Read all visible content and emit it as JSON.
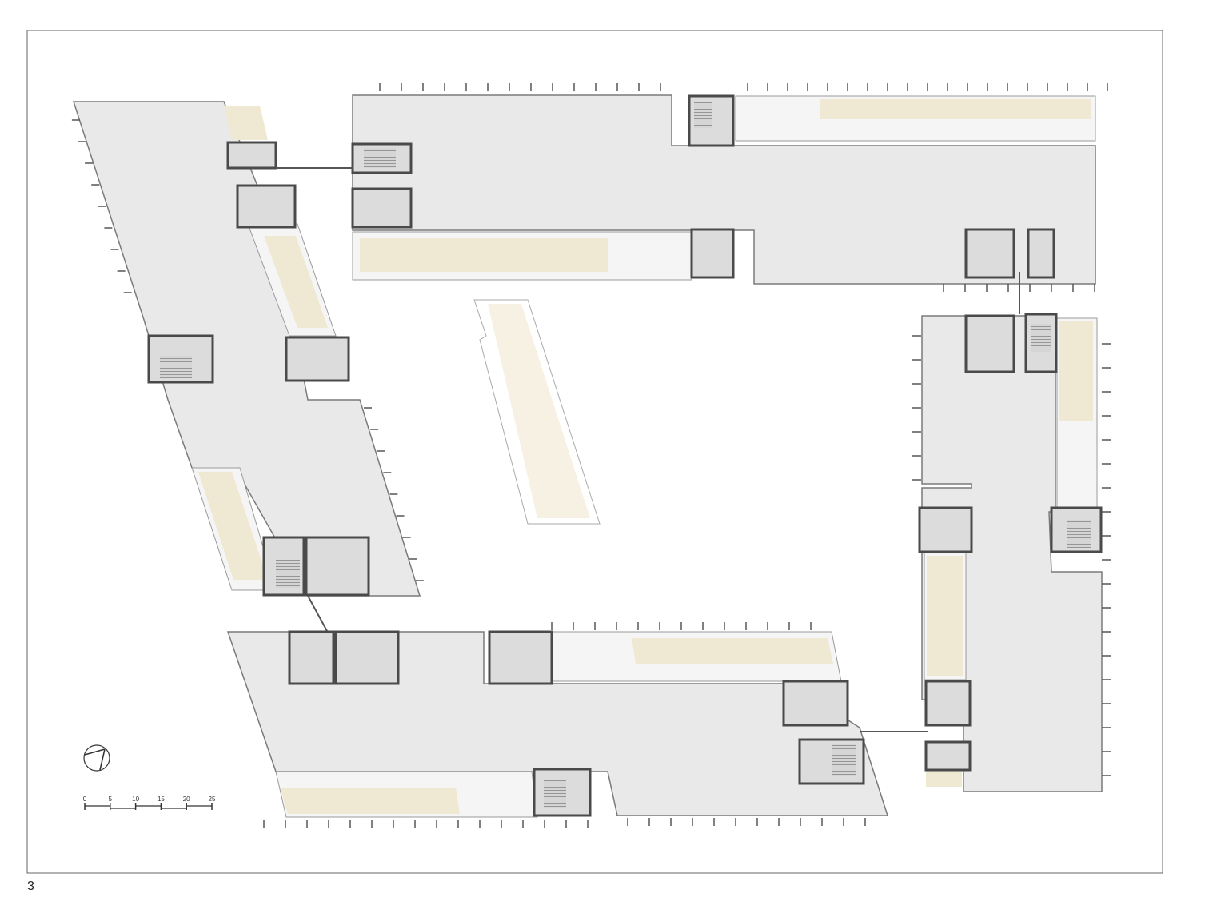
{
  "page": {
    "number": "3"
  },
  "scale_bar": {
    "labels": [
      "0",
      "5",
      "10",
      "15",
      "20",
      "25"
    ]
  },
  "north_arrow": {
    "icon": "north-arrow-icon"
  },
  "colors": {
    "floor": "#e9e9e9",
    "circulation": "#efe8d2",
    "walls": "#4a4a4a",
    "frame": "#555555"
  }
}
